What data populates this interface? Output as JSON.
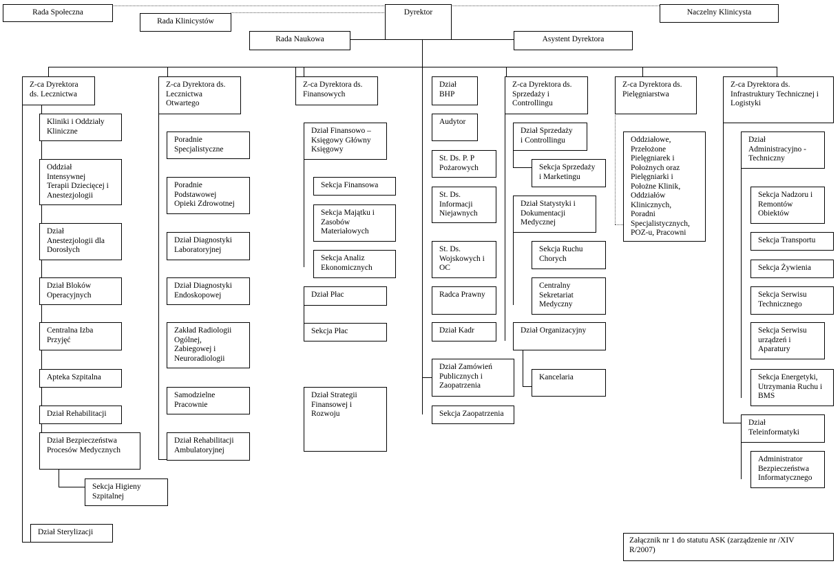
{
  "top": {
    "rada_spoleczna": "Rada Społeczna",
    "rada_klinicystow": "Rada Klinicystów",
    "dyrektor": "Dyrektor",
    "naczelny_klinicysta": "Naczelny Klinicysta",
    "rada_naukowa": "Rada Naukowa",
    "asystent": "Asystent  Dyrektora"
  },
  "col1": {
    "head": "Z-ca Dyrektora\nds. Lecznictwa",
    "items": [
      "Kliniki i Oddziały\nKliniczne",
      "Oddział\nIntensywnej\nTerapii Dziecięcej i\nAnestezjologii",
      "Dział\nAnestezjologii dla\nDorosłych",
      "Dział  Bloków\nOperacyjnych",
      "Centralna Izba\nPrzyjęć",
      "Apteka Szpitalna",
      "Dział Rehabilitacji",
      "Dział Bezpieczeństwa\nProcesów Medycznych",
      "Sekcja Higieny\nSzpitalnej",
      "Dział Sterylizacji"
    ]
  },
  "col2": {
    "head": "Z-ca Dyrektora ds.\nLecznictwa\nOtwartego",
    "items": [
      "Poradnie\nSpecjalistyczne",
      "Poradnie\nPodstawowej\nOpieki Zdrowotnej",
      "Dział Diagnostyki\nLaboratoryjnej",
      "Dział Diagnostyki\nEndoskopowej",
      "Zakład Radiologii\nOgólnej,\nZabiegowej i\nNeuroradiologii",
      "Samodzielne\nPracownie",
      "Dział Rehabilitacji\nAmbulatoryjnej"
    ]
  },
  "col3": {
    "head": "Z-ca Dyrektora ds.\nFinansowych",
    "items": [
      "Dział Finansowo –\nKsięgowy Główny\nKsięgowy",
      "Sekcja Finansowa",
      "Sekcja Majątku i\nZasobów\nMateriałowych",
      "Sekcja Analiz\nEkonomicznych",
      "Dział Płac",
      "Sekcja Płac",
      "Dział Strategii\nFinansowej i\nRozwoju"
    ]
  },
  "col4": {
    "items": [
      "Dział\nBHP",
      "Audytor",
      "St. Ds. P. P\nPożarowych",
      "St. Ds.\nInformacji\nNiejawnych",
      "St.  Ds.\nWojskowych i\nOC",
      "Radca Prawny",
      "Dział Kadr",
      "Dział Zamówień\nPublicznych i\nZaopatrzenia",
      "Sekcja Zaopatrzenia"
    ]
  },
  "col5": {
    "head": "Z-ca Dyrektora ds.\nSprzedaży i\nControllingu",
    "items": [
      "Dział Sprzedaży\ni Controllingu",
      "Sekcja Sprzedaży\ni Marketingu",
      "Dział Statystyki  i\nDokumentacji\nMedycznej",
      "Sekcja Ruchu\nChorych",
      "Centralny\nSekretariat\nMedyczny",
      "Dział Organizacyjny",
      "Kancelaria"
    ]
  },
  "col6": {
    "head": "Z-ca Dyrektora ds.\nPielęgniarstwa",
    "items": [
      "Oddziałowe,\nPrzełożone\nPielęgniarek i\nPołożnych oraz\nPielęgniarki i\nPołożne Klinik,\nOddziałów\nKlinicznych,\nPoradni\nSpecjalistycznych,\nPOZ-u, Pracowni"
    ]
  },
  "col7": {
    "head": "Z-ca Dyrektora ds.\nInfrastruktury Technicznej i\nLogistyki",
    "items": [
      "Dział\nAdministracyjno -\nTechniczny",
      "Sekcja Nadzoru i\nRemontów\nObiektów",
      "Sekcja Transportu",
      "Sekcja Żywienia",
      "Sekcja Serwisu\nTechnicznego",
      "Sekcja Serwisu\nurządzeń i\nAparatury",
      "Sekcja Energetyki,\nUtrzymania Ruchu i\nBMS",
      "Dział\nTeleinformatyki",
      "Administrator\nBezpieczeństwa\nInformatycznego"
    ]
  },
  "note": "Załącznik nr 1 do statutu ASK (zarządzenie nr       /XIV\nR/2007)"
}
